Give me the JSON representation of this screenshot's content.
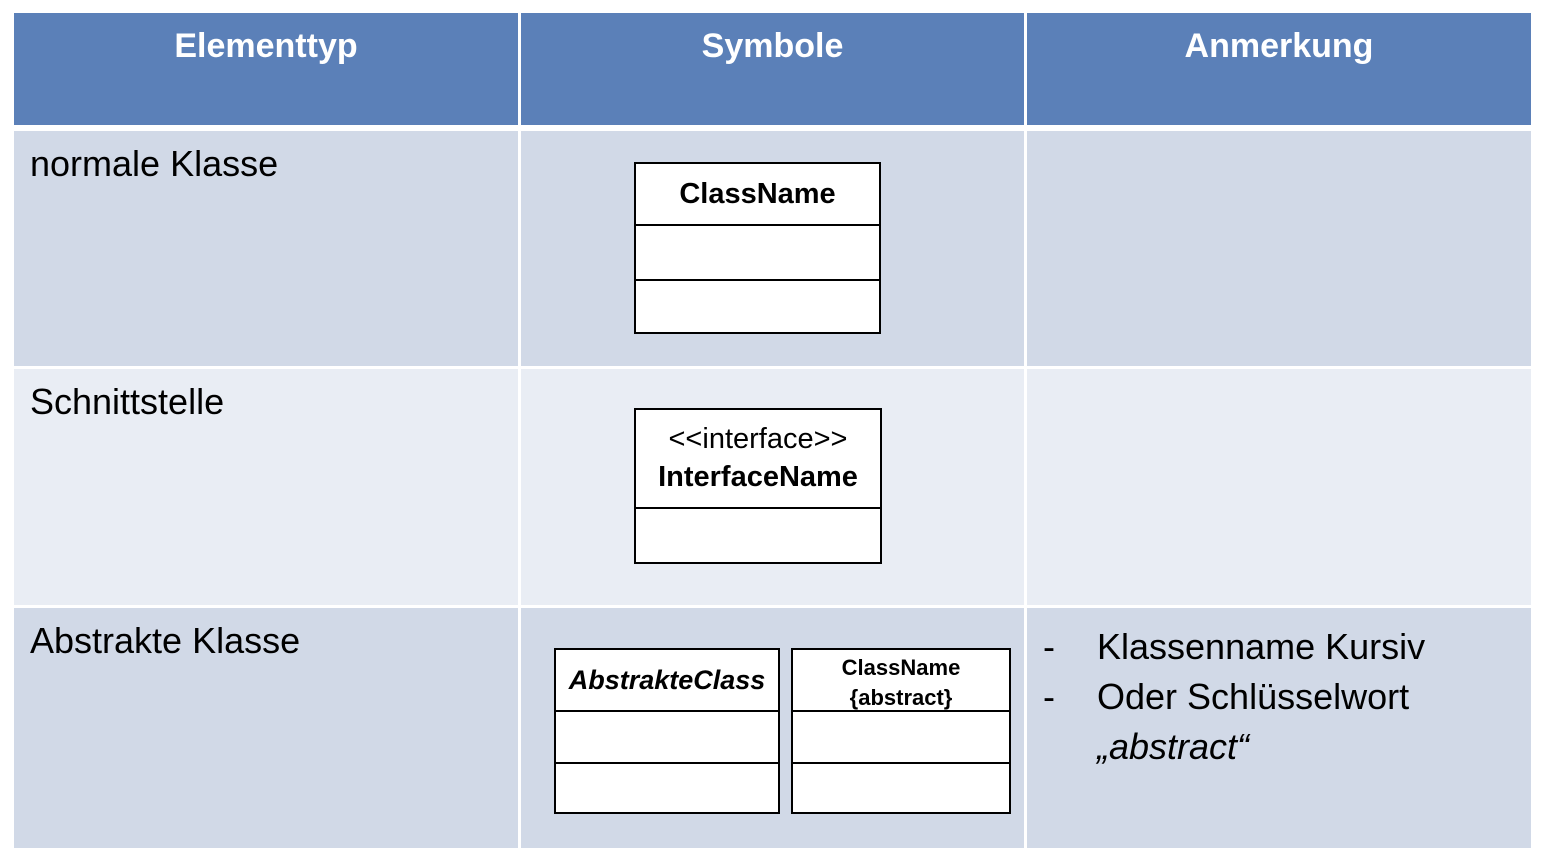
{
  "table": {
    "headers": [
      "Elementtyp",
      "Symbole",
      "Anmerkung"
    ],
    "rows": [
      {
        "type": "normale Klasse",
        "symbol": {
          "name": "ClassName"
        }
      },
      {
        "type": "Schnittstelle",
        "symbol": {
          "stereotype": "<<interface>>",
          "name": "InterfaceName"
        }
      },
      {
        "type": "Abstrakte Klasse",
        "symbol_italic": {
          "name": "AbstrakteClass"
        },
        "symbol_keyword": {
          "name": "ClassName",
          "keyword": "{abstract}"
        },
        "notes": {
          "bullet": "-",
          "line1": "Klassenname Kursiv",
          "line2": "Oder Schlüsselwort",
          "line3": "„abstract“"
        }
      }
    ]
  }
}
